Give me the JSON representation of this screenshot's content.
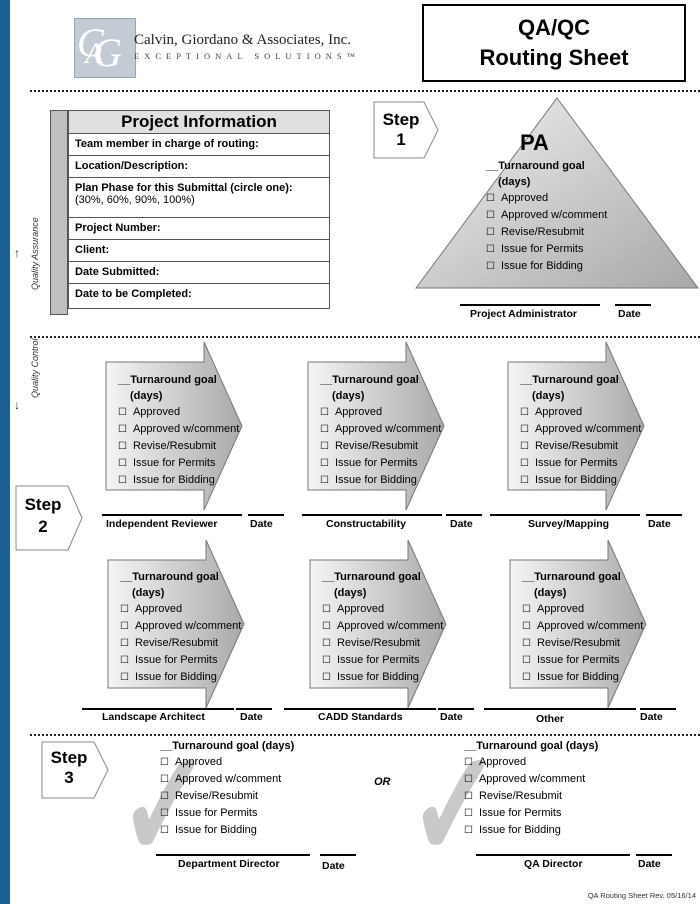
{
  "header": {
    "company_name": "Calvin, Giordano & Associates, Inc.",
    "tagline": "EXCEPTIONAL SOLUTIONS™",
    "logo_letters": "CGA",
    "title_line1": "QA/QC",
    "title_line2": "Routing Sheet"
  },
  "project_info": {
    "heading": "Project Information",
    "rows": [
      "Team member in charge of routing:",
      "Location/Description:",
      "Plan Phase for this Submittal (circle one):",
      "Project Number:",
      "Client:",
      "Date Submitted:",
      "Date to be Completed:"
    ],
    "phase_options": "(30%, 60%, 90%, 100%)"
  },
  "side_labels": {
    "quality_assurance": "Quality Assurance",
    "quality_control": "Quality Control"
  },
  "steps": {
    "step1": [
      "Step",
      "1"
    ],
    "step2": [
      "Step",
      "2"
    ],
    "step3": [
      "Step",
      "3"
    ]
  },
  "pa": {
    "label": "PA",
    "goal_line1": "__Turnaround goal",
    "goal_line2": "(days)",
    "options": [
      "Approved",
      "Approved w/comment",
      "Revise/Resubmit",
      "Issue for Permits",
      "Issue for Bidding"
    ],
    "signature": "Project Administrator",
    "date": "Date"
  },
  "checklist": {
    "goal_line1": "__Turnaround goal",
    "goal_line2": "(days)",
    "goal_single": "__Turnaround goal (days)",
    "options": [
      "Approved",
      "Approved w/comment",
      "Revise/Resubmit",
      "Issue for Permits",
      "Issue for Bidding"
    ]
  },
  "reviewers": [
    {
      "name": "Independent Reviewer",
      "date": "Date"
    },
    {
      "name": "Constructability",
      "date": "Date"
    },
    {
      "name": "Survey/Mapping",
      "date": "Date"
    },
    {
      "name": "Landscape Architect",
      "date": "Date"
    },
    {
      "name": "CADD Standards",
      "date": "Date"
    },
    {
      "name": "Other",
      "date": "Date"
    }
  ],
  "step3": {
    "or_label": "OR",
    "left_signature": "Department Director",
    "right_signature": "QA Director",
    "date": "Date"
  },
  "footer": {
    "revision": "QA Routing Sheet Rev. 05/16/14"
  }
}
